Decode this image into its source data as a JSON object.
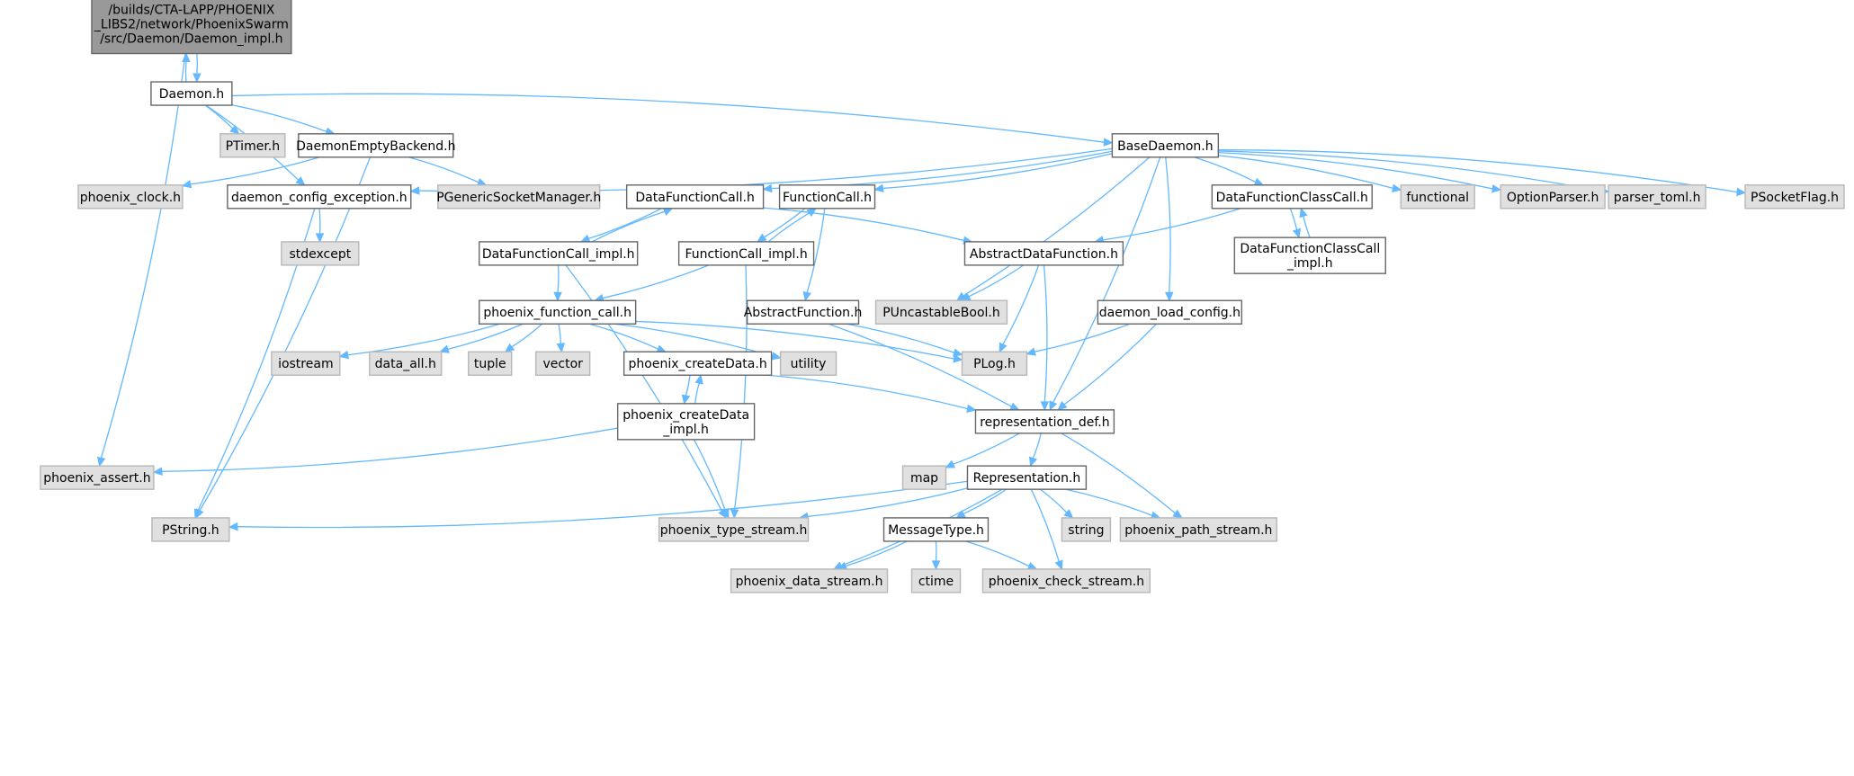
{
  "diagram": {
    "type": "include-dependency-graph",
    "colors": {
      "edge": "#63b8ff",
      "root_fill": "#999999",
      "project_fill": "#ffffff",
      "external_fill": "#e0e0e0",
      "border": "#666666"
    },
    "nodes": [
      {
        "id": "root",
        "kind": "root",
        "lines": [
          "/builds/CTA-LAPP/PHOENIX",
          "_LIBS2/network/PhoenixSwarm",
          "/src/Daemon/Daemon_impl.h"
        ]
      },
      {
        "id": "daemon",
        "kind": "project",
        "lines": [
          "Daemon.h"
        ]
      },
      {
        "id": "ptimer",
        "kind": "external",
        "lines": [
          "PTimer.h"
        ]
      },
      {
        "id": "emptybackend",
        "kind": "project",
        "lines": [
          "DaemonEmptyBackend.h"
        ]
      },
      {
        "id": "basedaemon",
        "kind": "project",
        "lines": [
          "BaseDaemon.h"
        ]
      },
      {
        "id": "clock",
        "kind": "external",
        "lines": [
          "phoenix_clock.h"
        ]
      },
      {
        "id": "cfgexc",
        "kind": "project",
        "lines": [
          "daemon_config_exception.h"
        ]
      },
      {
        "id": "psockmgr",
        "kind": "external",
        "lines": [
          "PGenericSocketManager.h"
        ]
      },
      {
        "id": "dfc",
        "kind": "project",
        "lines": [
          "DataFunctionCall.h"
        ]
      },
      {
        "id": "fc",
        "kind": "project",
        "lines": [
          "FunctionCall.h"
        ]
      },
      {
        "id": "dfcc",
        "kind": "project",
        "lines": [
          "DataFunctionClassCall.h"
        ]
      },
      {
        "id": "functional",
        "kind": "external",
        "lines": [
          "functional"
        ]
      },
      {
        "id": "optparser",
        "kind": "external",
        "lines": [
          "OptionParser.h"
        ]
      },
      {
        "id": "parsertoml",
        "kind": "external",
        "lines": [
          "parser_toml.h"
        ]
      },
      {
        "id": "psockflag",
        "kind": "external",
        "lines": [
          "PSocketFlag.h"
        ]
      },
      {
        "id": "stdexcept",
        "kind": "external",
        "lines": [
          "stdexcept"
        ]
      },
      {
        "id": "dfcimpl",
        "kind": "project",
        "lines": [
          "DataFunctionCall_impl.h"
        ]
      },
      {
        "id": "fcimpl",
        "kind": "project",
        "lines": [
          "FunctionCall_impl.h"
        ]
      },
      {
        "id": "adf",
        "kind": "project",
        "lines": [
          "AbstractDataFunction.h"
        ]
      },
      {
        "id": "dfccimpl",
        "kind": "project",
        "lines": [
          "DataFunctionClassCall",
          "_impl.h"
        ]
      },
      {
        "id": "pfc",
        "kind": "project",
        "lines": [
          "phoenix_function_call.h"
        ]
      },
      {
        "id": "af",
        "kind": "project",
        "lines": [
          "AbstractFunction.h"
        ]
      },
      {
        "id": "puncast",
        "kind": "external",
        "lines": [
          "PUncastableBool.h"
        ]
      },
      {
        "id": "loadcfg",
        "kind": "project",
        "lines": [
          "daemon_load_config.h"
        ]
      },
      {
        "id": "iostream",
        "kind": "external",
        "lines": [
          "iostream"
        ]
      },
      {
        "id": "dataall",
        "kind": "external",
        "lines": [
          "data_all.h"
        ]
      },
      {
        "id": "tuple",
        "kind": "external",
        "lines": [
          "tuple"
        ]
      },
      {
        "id": "vector",
        "kind": "external",
        "lines": [
          "vector"
        ]
      },
      {
        "id": "createdata",
        "kind": "project",
        "lines": [
          "phoenix_createData.h"
        ]
      },
      {
        "id": "utility",
        "kind": "external",
        "lines": [
          "utility"
        ]
      },
      {
        "id": "plog",
        "kind": "external",
        "lines": [
          "PLog.h"
        ]
      },
      {
        "id": "createdataimpl",
        "kind": "project",
        "lines": [
          "phoenix_createData",
          "_impl.h"
        ]
      },
      {
        "id": "reprdef",
        "kind": "project",
        "lines": [
          "representation_def.h"
        ]
      },
      {
        "id": "passert",
        "kind": "external",
        "lines": [
          "phoenix_assert.h"
        ]
      },
      {
        "id": "map",
        "kind": "external",
        "lines": [
          "map"
        ]
      },
      {
        "id": "repr",
        "kind": "project",
        "lines": [
          "Representation.h"
        ]
      },
      {
        "id": "pstring",
        "kind": "external",
        "lines": [
          "PString.h"
        ]
      },
      {
        "id": "typestream",
        "kind": "external",
        "lines": [
          "phoenix_type_stream.h"
        ]
      },
      {
        "id": "msgtype",
        "kind": "project",
        "lines": [
          "MessageType.h"
        ]
      },
      {
        "id": "string",
        "kind": "external",
        "lines": [
          "string"
        ]
      },
      {
        "id": "pathstream",
        "kind": "external",
        "lines": [
          "phoenix_path_stream.h"
        ]
      },
      {
        "id": "datastream",
        "kind": "external",
        "lines": [
          "phoenix_data_stream.h"
        ]
      },
      {
        "id": "ctime",
        "kind": "external",
        "lines": [
          "ctime"
        ]
      },
      {
        "id": "checkstream",
        "kind": "external",
        "lines": [
          "phoenix_check_stream.h"
        ]
      }
    ],
    "edges": [
      [
        "root",
        "daemon"
      ],
      [
        "daemon",
        "root"
      ],
      [
        "root",
        "passert"
      ],
      [
        "daemon",
        "ptimer"
      ],
      [
        "daemon",
        "emptybackend"
      ],
      [
        "daemon",
        "basedaemon"
      ],
      [
        "daemon",
        "cfgexc"
      ],
      [
        "emptybackend",
        "clock"
      ],
      [
        "emptybackend",
        "psockmgr"
      ],
      [
        "emptybackend",
        "pstring"
      ],
      [
        "basedaemon",
        "cfgexc"
      ],
      [
        "basedaemon",
        "dfc"
      ],
      [
        "basedaemon",
        "fc"
      ],
      [
        "basedaemon",
        "dfcc"
      ],
      [
        "basedaemon",
        "functional"
      ],
      [
        "basedaemon",
        "optparser"
      ],
      [
        "basedaemon",
        "parsertoml"
      ],
      [
        "basedaemon",
        "psockflag"
      ],
      [
        "basedaemon",
        "puncast"
      ],
      [
        "basedaemon",
        "loadcfg"
      ],
      [
        "basedaemon",
        "reprdef"
      ],
      [
        "cfgexc",
        "stdexcept"
      ],
      [
        "cfgexc",
        "pstring"
      ],
      [
        "dfc",
        "dfcimpl"
      ],
      [
        "dfcimpl",
        "dfc"
      ],
      [
        "dfc",
        "adf"
      ],
      [
        "fc",
        "fcimpl"
      ],
      [
        "fcimpl",
        "fc"
      ],
      [
        "fc",
        "af"
      ],
      [
        "dfcc",
        "adf"
      ],
      [
        "dfcc",
        "dfccimpl"
      ],
      [
        "dfccimpl",
        "dfcc"
      ],
      [
        "dfcimpl",
        "pfc"
      ],
      [
        "dfcimpl",
        "typestream"
      ],
      [
        "fcimpl",
        "pfc"
      ],
      [
        "fcimpl",
        "typestream"
      ],
      [
        "adf",
        "puncast"
      ],
      [
        "adf",
        "plog"
      ],
      [
        "adf",
        "reprdef"
      ],
      [
        "af",
        "plog"
      ],
      [
        "af",
        "reprdef"
      ],
      [
        "loadcfg",
        "plog"
      ],
      [
        "loadcfg",
        "reprdef"
      ],
      [
        "pfc",
        "iostream"
      ],
      [
        "pfc",
        "dataall"
      ],
      [
        "pfc",
        "tuple"
      ],
      [
        "pfc",
        "vector"
      ],
      [
        "pfc",
        "createdata"
      ],
      [
        "pfc",
        "utility"
      ],
      [
        "pfc",
        "plog"
      ],
      [
        "createdata",
        "createdataimpl"
      ],
      [
        "createdataimpl",
        "createdata"
      ],
      [
        "createdata",
        "reprdef"
      ],
      [
        "createdataimpl",
        "passert"
      ],
      [
        "createdataimpl",
        "typestream"
      ],
      [
        "reprdef",
        "map"
      ],
      [
        "reprdef",
        "repr"
      ],
      [
        "reprdef",
        "pathstream"
      ],
      [
        "repr",
        "pstring"
      ],
      [
        "repr",
        "typestream"
      ],
      [
        "repr",
        "msgtype"
      ],
      [
        "repr",
        "string"
      ],
      [
        "repr",
        "pathstream"
      ],
      [
        "repr",
        "datastream"
      ],
      [
        "repr",
        "checkstream"
      ],
      [
        "msgtype",
        "datastream"
      ],
      [
        "msgtype",
        "ctime"
      ],
      [
        "msgtype",
        "checkstream"
      ]
    ]
  }
}
